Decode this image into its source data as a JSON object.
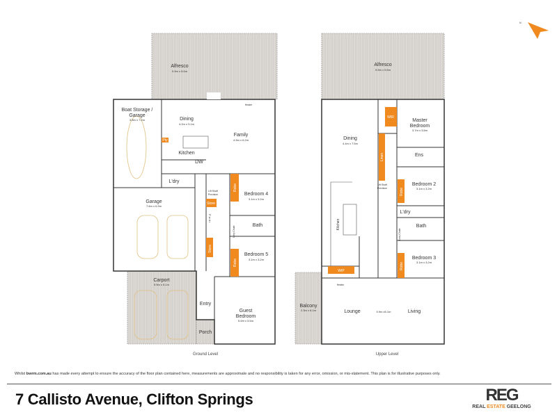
{
  "compass": {
    "label": "N",
    "icon": "north-arrow-icon",
    "color": "#f08a1f"
  },
  "ground": {
    "level_label": "Ground Level",
    "rooms": {
      "alfresco": {
        "name": "Alfresco",
        "dims": "9.9m x 5.5m"
      },
      "boat": {
        "name1": "Boat Storage /",
        "name2": "Garage",
        "dims": "3.8m x 7.2m"
      },
      "dining": {
        "name": "Dining",
        "dims": "4.2m x 3.1m"
      },
      "family": {
        "name": "Family",
        "dims": "4.9m x 6.2m"
      },
      "kitchen": {
        "name": "Kitchen"
      },
      "dw": {
        "name": "DW"
      },
      "pty": {
        "name": "Pty"
      },
      "udry": {
        "name": "L'dry"
      },
      "garage": {
        "name": "Garage",
        "dims": "7.6m x 6.9m"
      },
      "lift": {
        "name1": "Lift Shaft",
        "name2": "Provision"
      },
      "store1": {
        "name": "Store"
      },
      "store2": {
        "name": "Store"
      },
      "pwdr": {
        "name": "P w d r"
      },
      "robe4": {
        "name": "Robe"
      },
      "bed4": {
        "name": "Bedroom 4",
        "dims": "3.1m x 3.2m"
      },
      "bath": {
        "name": "Bath"
      },
      "linen": {
        "name": "Lnry Chute"
      },
      "robe5": {
        "name": "Robe"
      },
      "bed5": {
        "name": "Bedroom 5",
        "dims": "3.1m x 3.2m"
      },
      "carport": {
        "name": "Carport",
        "dims": "5.5m x 6.1m"
      },
      "entry": {
        "name": "Entry"
      },
      "porch": {
        "name": "Porch"
      },
      "guest": {
        "name1": "Guest",
        "name2": "Bedroom",
        "dims": "5.0m x 5.5m"
      },
      "heater": "Heater"
    }
  },
  "upper": {
    "level_label": "Upper Level",
    "rooms": {
      "alfresco": {
        "name": "Alfresco",
        "dims": "9.9m x 5.5m"
      },
      "dining": {
        "name": "Dining",
        "dims": "4.4m x 7.5m"
      },
      "wir": {
        "name": "WIR"
      },
      "master": {
        "name1": "Master",
        "name2": "Bedroom",
        "dims": "3.7m x 3.8m"
      },
      "linen": {
        "name": "Linen"
      },
      "ens": {
        "name": "Ens"
      },
      "lift": {
        "name1": "Lift Shaft",
        "name2": "Provision"
      },
      "robe2": {
        "name": "Robe"
      },
      "bed2": {
        "name": "Bedroom 2",
        "dims": "3.1m x 3.2m"
      },
      "udry": {
        "name": "L'dry"
      },
      "bath": {
        "name": "Bath"
      },
      "chute": {
        "name": "Lnry Chute"
      },
      "kitchen": {
        "name": "Kitchen"
      },
      "robe3": {
        "name": "Robe"
      },
      "bed3": {
        "name": "Bedroom 3",
        "dims": "3.1m x 3.2m"
      },
      "wip": {
        "name": "WIP"
      },
      "balcony": {
        "name": "Balcony",
        "dims": "2.3m x 6.1m"
      },
      "lounge": {
        "name": "Lounge"
      },
      "living_dims": "9.9m x5.1m",
      "living": {
        "name": "Living"
      },
      "heater": "Heater"
    }
  },
  "footer": {
    "disclaimer_pre": "Whilst ",
    "disclaimer_site": "bwrm.com.au",
    "disclaimer_post": " has made every attempt to ensure the accuracy of the floor plan contained here, measurements are approximate and no responsibility is taken for any error, omission, or mis-statement. This plan is for illustrative purposes only.",
    "address": "7 Callisto Avenue, Clifton Springs",
    "logo_mark": "REG",
    "logo_name_1": "REAL ",
    "logo_name_2": "ESTATE",
    "logo_name_3": " GEELONG"
  }
}
